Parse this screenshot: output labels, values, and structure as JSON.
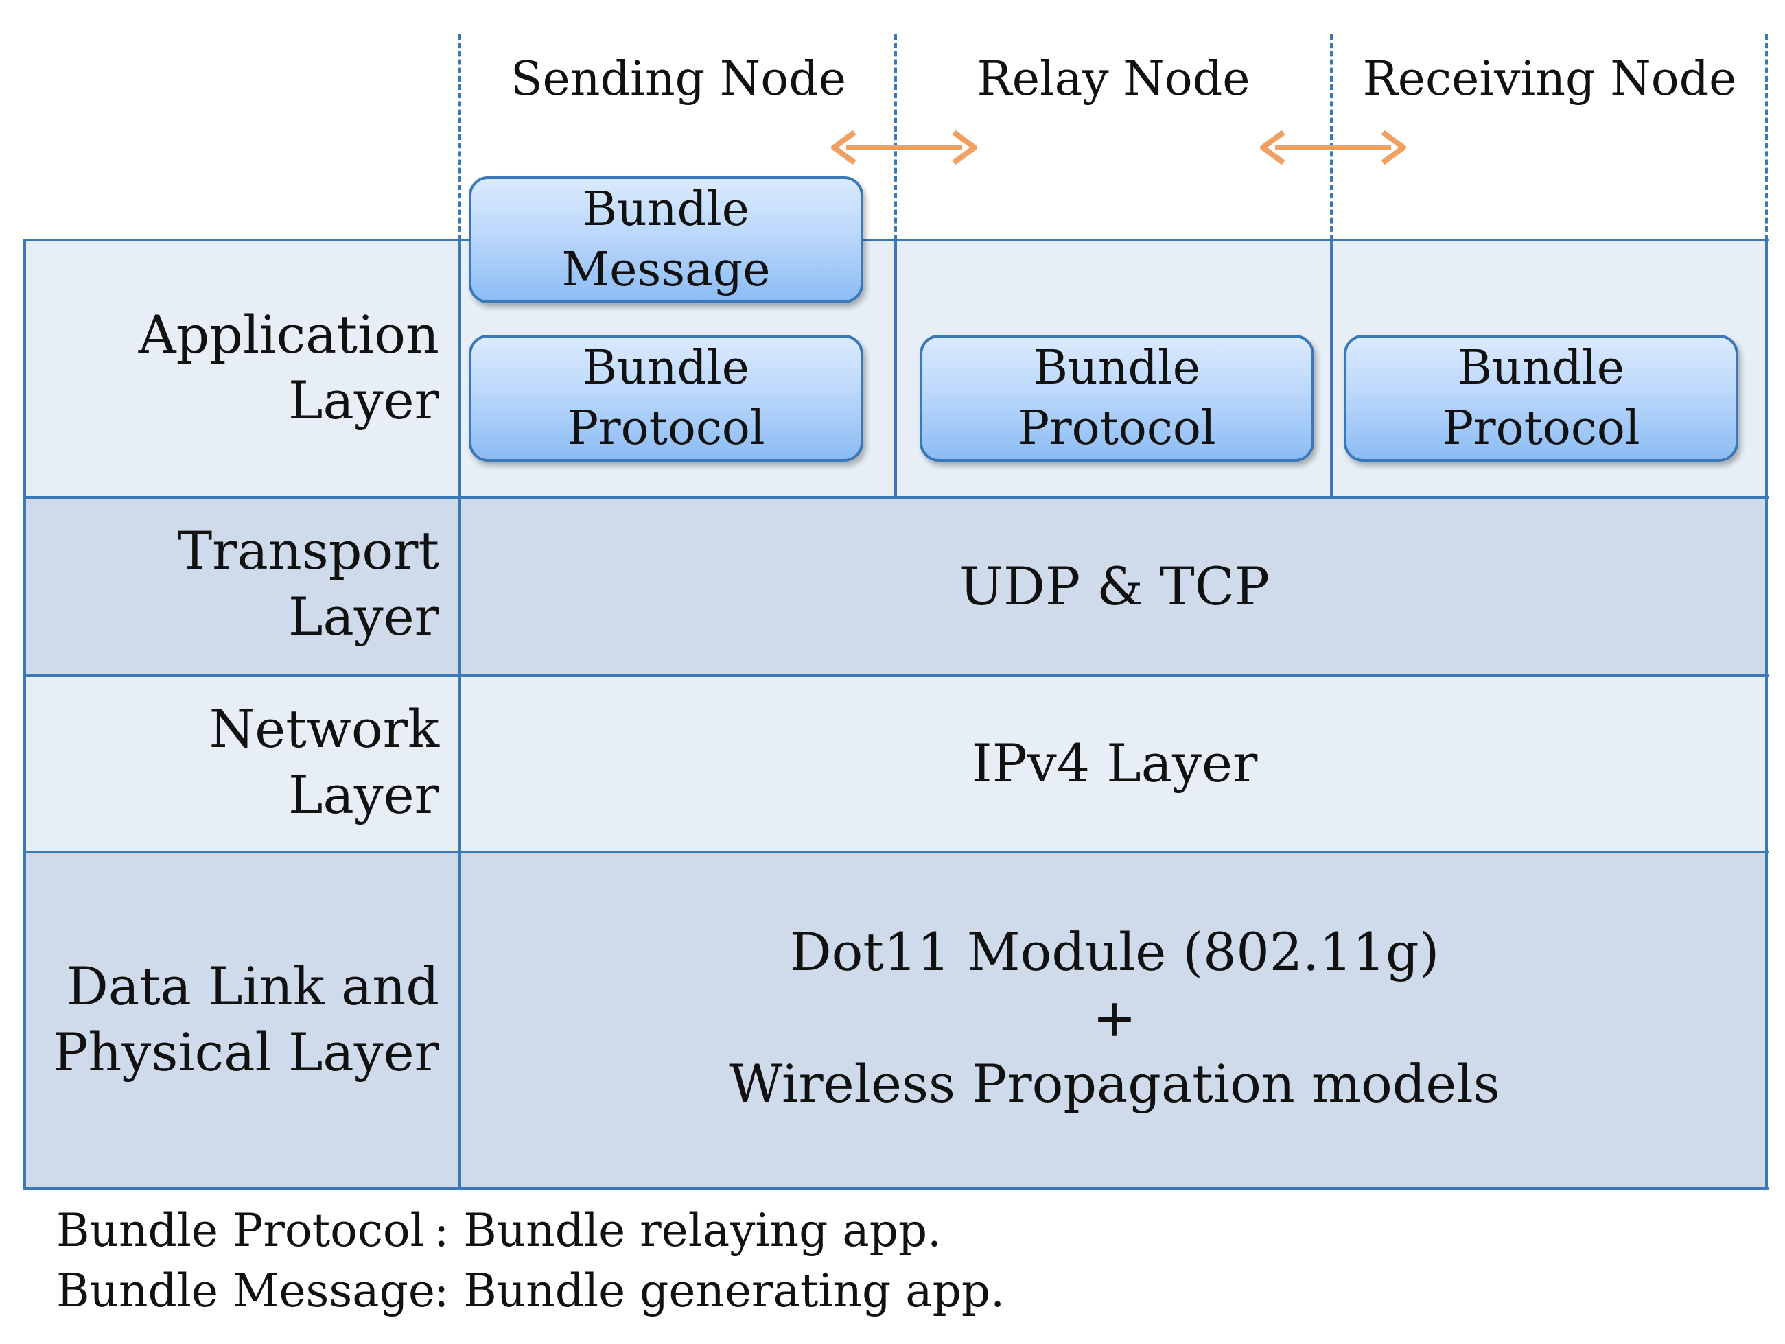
{
  "nodes": {
    "sending": "Sending Node",
    "relay": "Relay Node",
    "receiving": "Receiving Node"
  },
  "layers": {
    "application": {
      "line1": "Application",
      "line2": "Layer"
    },
    "transport": {
      "line1": "Transport",
      "line2": "Layer",
      "content": "UDP & TCP"
    },
    "network": {
      "line1": "Network",
      "line2": "Layer",
      "content": "IPv4 Layer"
    },
    "datalink": {
      "line1": "Data Link and",
      "line2": "Physical Layer",
      "content_line1": "Dot11 Module (802.11g)",
      "content_line2": "+",
      "content_line3": "Wireless Propagation models"
    }
  },
  "boxes": {
    "bundle_message": {
      "line1": "Bundle",
      "line2": "Message"
    },
    "bundle_protocol": {
      "line1": "Bundle",
      "line2": "Protocol"
    }
  },
  "legend": [
    {
      "term": "Bundle Protocol",
      "definition": ": Bundle relaying app."
    },
    {
      "term": "Bundle Message",
      "definition": ": Bundle generating app."
    }
  ],
  "colors": {
    "line": "#3a78b8",
    "band_light": "#e7eef6",
    "band_dark": "#cfdbea",
    "arrow": "#f0a060"
  }
}
